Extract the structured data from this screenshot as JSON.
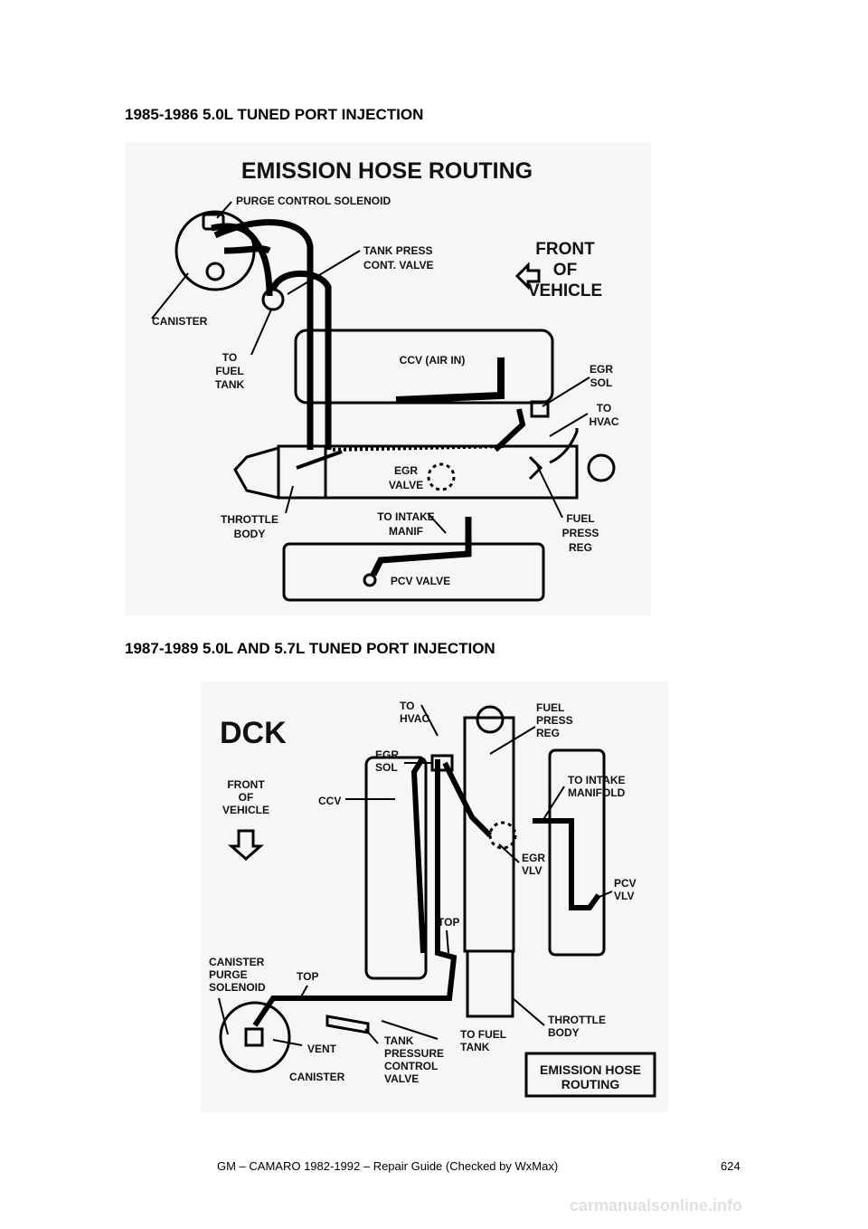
{
  "section1": {
    "heading": "1985-1986 5.0L TUNED PORT INJECTION",
    "diagram": {
      "title": "EMISSION HOSE ROUTING",
      "labels": {
        "purge_solenoid": "PURGE CONTROL SOLENOID",
        "tank_press_1": "TANK PRESS",
        "tank_press_2": "CONT. VALVE",
        "front_1": "FRONT",
        "front_2": "OF",
        "front_3": "VEHICLE",
        "canister": "CANISTER",
        "to_fuel_1": "TO",
        "to_fuel_2": "FUEL",
        "to_fuel_3": "TANK",
        "ccv": "CCV (AIR IN)",
        "egr_sol_1": "EGR",
        "egr_sol_2": "SOL",
        "to_hvac_1": "TO",
        "to_hvac_2": "HVAC",
        "egr_valve_1": "EGR",
        "egr_valve_2": "VALVE",
        "throttle_1": "THROTTLE",
        "throttle_2": "BODY",
        "intake_1": "TO INTAKE",
        "intake_2": "MANIF",
        "fuel_press_1": "FUEL",
        "fuel_press_2": "PRESS",
        "fuel_press_3": "REG",
        "pcv": "PCV VALVE"
      }
    }
  },
  "section2": {
    "heading": "1987-1989 5.0L AND 5.7L TUNED PORT INJECTION",
    "diagram": {
      "code": "DCK",
      "labels": {
        "to_hvac_1": "TO",
        "to_hvac_2": "HVAC",
        "fuel_press_1": "FUEL",
        "fuel_press_2": "PRESS",
        "fuel_press_3": "REG",
        "egr_sol_1": "EGR",
        "egr_sol_2": "SOL",
        "front_1": "FRONT",
        "front_2": "OF",
        "front_3": "VEHICLE",
        "ccv": "CCV",
        "to_intake_1": "TO INTAKE",
        "to_intake_2": "MANIFOLD",
        "egr_vlv_1": "EGR",
        "egr_vlv_2": "VLV",
        "pcv_vlv_1": "PCV",
        "pcv_vlv_2": "VLV",
        "top_center": "TOP",
        "canister_purge_1": "CANISTER",
        "canister_purge_2": "PURGE",
        "canister_purge_3": "SOLENOID",
        "top_left": "TOP",
        "throttle_1": "THROTTLE",
        "throttle_2": "BODY",
        "tank_press_1": "TANK",
        "tank_press_2": "PRESSURE",
        "tank_press_3": "CONTROL",
        "tank_press_4": "VALVE",
        "to_fuel_1": "TO FUEL",
        "to_fuel_2": "TANK",
        "vent": "VENT",
        "canister": "CANISTER",
        "box_1": "EMISSION HOSE",
        "box_2": "ROUTING"
      }
    }
  },
  "footer": {
    "text": "GM – CAMARO 1982-1992 – Repair Guide (Checked by WxMax)",
    "page": "624",
    "watermark": "carmanualsonline.info"
  }
}
